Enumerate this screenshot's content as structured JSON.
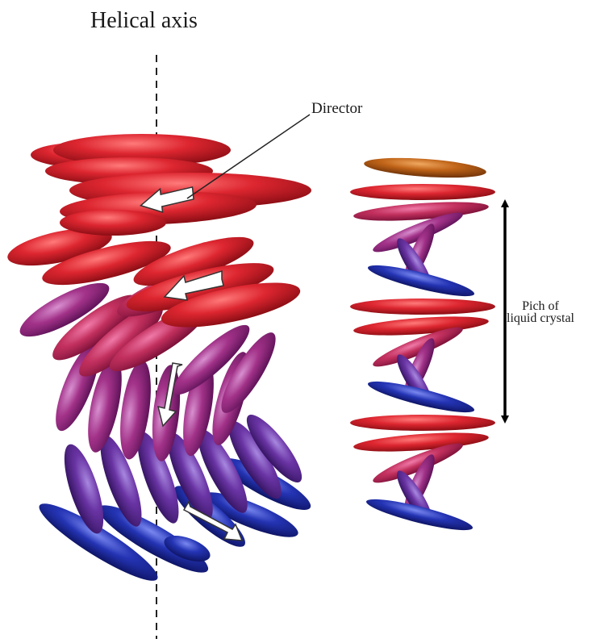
{
  "labels": {
    "helical_axis": "Helical axis",
    "director": "Director",
    "pitch_line1": "Pich of",
    "pitch_line2": "liquid crystal"
  },
  "colors": {
    "red": "#d4222c",
    "magenta": "#a8307a",
    "purple": "#6e2c9a",
    "blue": "#1f2fae",
    "orange": "#c46414",
    "arrow_fill": "#ffffff",
    "arrow_stroke": "#333333",
    "axis": "#222222"
  }
}
